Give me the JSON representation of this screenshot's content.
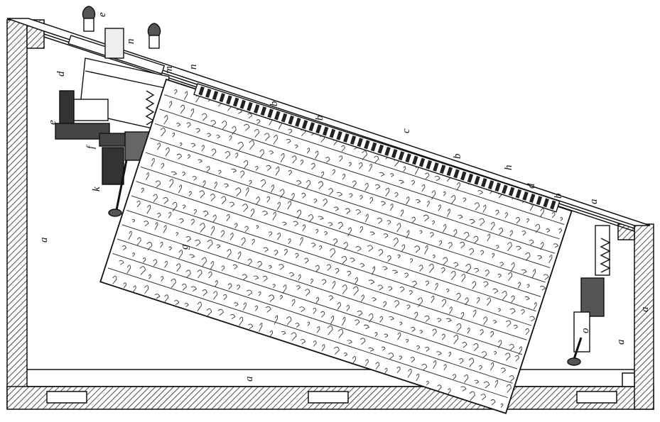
{
  "figure": {
    "type": "patent-drawing",
    "labels": [
      "a",
      "a",
      "a",
      "a",
      "a",
      "b",
      "b",
      "b",
      "b",
      "c",
      "d",
      "d",
      "e",
      "e",
      "f",
      "g",
      "h",
      "k",
      "m",
      "n",
      "n",
      "o"
    ]
  },
  "colors": {
    "ink": "#111111",
    "paper": "#ffffff",
    "hatch": "#222222"
  }
}
